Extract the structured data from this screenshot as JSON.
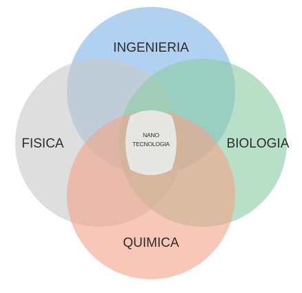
{
  "diagram": {
    "top": {
      "label": "INGENIERIA",
      "color": "#7fb7e6"
    },
    "left": {
      "label": "FISICA",
      "color": "#c9c9c9"
    },
    "right": {
      "label": "BIOLOGIA",
      "color": "#8ccba4"
    },
    "bottom": {
      "label": "QUIMICA",
      "color": "#f2a58d"
    },
    "center": {
      "line1": "NANO",
      "line2": "TECNOLOGIA",
      "color": "#e6e7e3"
    }
  }
}
